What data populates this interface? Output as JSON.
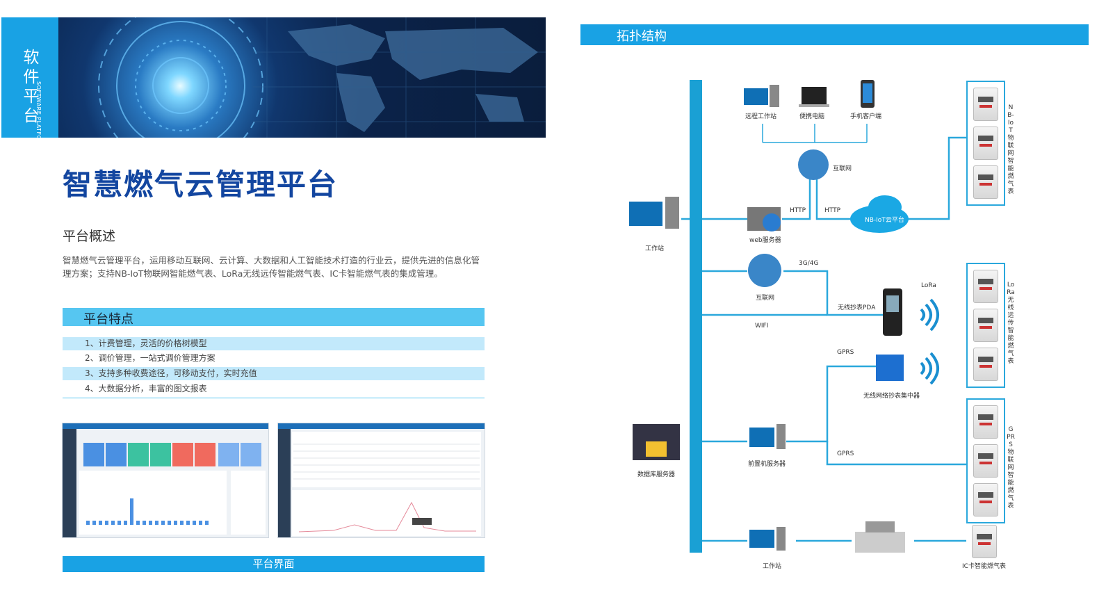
{
  "side_tab": {
    "cn": "软件平台",
    "en": "SOFTWARE PLATFORM"
  },
  "main_title": "智慧燃气云管理平台",
  "overview": {
    "title": "平台概述",
    "text": "智慧燃气云管理平台，运用移动互联网、云计算、大数据和人工智能技术打造的行业云，提供先进的信息化管理方案；支持NB-IoT物联网智能燃气表、LoRa无线远传智能燃气表、IC卡智能燃气表的集成管理。"
  },
  "features": {
    "title": "平台特点",
    "items": [
      "1、计费管理，灵活的价格树模型",
      "2、调价管理，一站式调价管理方案",
      "3、支持多种收费途径，可移动支付，实时充值",
      "4、大数据分析，丰富的图文报表"
    ]
  },
  "ui_section_title": "平台界面",
  "topology": {
    "title": "拓扑结构",
    "labels": {
      "remote_ws": "远程工作站",
      "laptop": "便携电脑",
      "mobile": "手机客户端",
      "internet_top": "互联网",
      "workstation": "工作站",
      "web_server": "web服务器",
      "http1": "HTTP",
      "http2": "HTTP",
      "cloud": "NB-IoT云平台",
      "internet_mid": "互联网",
      "net_3g4g": "3G/4G",
      "wifi": "WIFI",
      "pda": "无线抄表PDA",
      "lora": "LoRa",
      "gprs1": "GPRS",
      "concentrator": "无线网络抄表集中器",
      "db_server": "数据库服务器",
      "front_server": "前置机服务器",
      "gprs2": "GPRS",
      "ws_bottom": "工作站",
      "ic_meter": "IC卡智能燃气表"
    },
    "meter_groups": [
      "NB-IoT物联网智能燃气表",
      "LoRa无线远传智能燃气表",
      "GPRS物联网智能燃气表"
    ]
  },
  "colors": {
    "accent": "#19a2e4",
    "title_blue": "#1346a0",
    "light_bar": "#c2e9fb"
  }
}
